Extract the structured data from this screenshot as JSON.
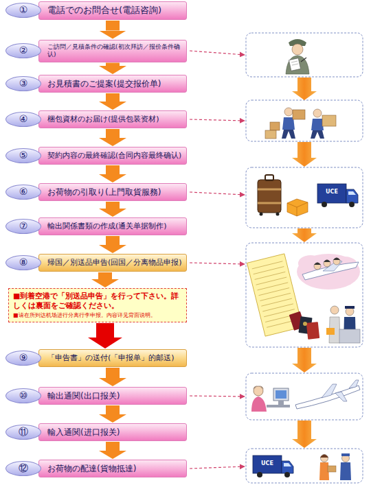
{
  "diagram": {
    "nodes": [
      {
        "text": [
          "①"
        ]
      },
      {
        "text": [
          "電話でのお問合せ(電話咨詢)"
        ]
      },
      {
        "text": [
          "②"
        ]
      },
      {
        "text": [
          "ご訪問／見積条件の確認(初次拜訪／报价条件确认)"
        ]
      },
      {
        "text": [
          "③"
        ]
      },
      {
        "text": [
          "お見積書のご提案(提交报价单)"
        ]
      },
      {
        "text": [
          "④"
        ]
      },
      {
        "text": [
          "梱包資材のお届け(提供包装资材)"
        ]
      },
      {
        "text": [
          "⑤"
        ]
      },
      {
        "text": [
          "契約内容の最終確認(合同内容最终确认)"
        ]
      },
      {
        "text": [
          "⑥"
        ]
      },
      {
        "text": [
          "お荷物の引取り(上門取貨服務)"
        ]
      },
      {
        "text": [
          "⑦"
        ]
      },
      {
        "text": [
          "輸出関係書類の作成(通关单据制作)"
        ]
      },
      {
        "text": [
          "⑧"
        ]
      },
      {
        "text": [
          "帰国／別送品申告(回国／分离物品申报)"
        ]
      },
      {
        "text": [
          "■到着空港で「別送品申告」を行って下さい。詳しくは裏面をご確認ください。",
          "■请在所到达机场进行分离行李申报。内容详见背面说明。"
        ]
      },
      {
        "text": [
          "⑨"
        ]
      },
      {
        "text": [
          "「申告書」の送付(「申报单」的邮送)"
        ]
      },
      {
        "text": [
          "⑩"
        ]
      },
      {
        "text": [
          "輸出通関(出口报关)"
        ]
      },
      {
        "text": [
          "⑪"
        ]
      },
      {
        "text": [
          "輸入通関(进口报关)"
        ]
      },
      {
        "text": [
          "⑫"
        ]
      },
      {
        "text": [
          "お荷物の配達(貨物抵達)"
        ]
      }
    ],
    "edges": [
      {
        "from": 1,
        "to": 3,
        "arrow": "to"
      },
      {
        "from": 3,
        "to": 5,
        "arrow": "to"
      },
      {
        "from": 5,
        "to": 7,
        "arrow": "to"
      },
      {
        "from": 7,
        "to": 9,
        "arrow": "to"
      },
      {
        "from": 9,
        "to": 11,
        "arrow": "to"
      },
      {
        "from": 11,
        "to": 13,
        "arrow": "to"
      },
      {
        "from": 13,
        "to": 15,
        "arrow": "to"
      },
      {
        "from": 15,
        "to": 16,
        "arrow": "to"
      },
      {
        "from": 16,
        "to": 18,
        "arrow": "to"
      },
      {
        "from": 18,
        "to": 20,
        "arrow": "to"
      },
      {
        "from": 20,
        "to": 22,
        "arrow": "to"
      },
      {
        "from": 22,
        "to": 24,
        "arrow": "to"
      }
    ],
    "labels": [
      "UCE",
      "UCE"
    ]
  }
}
